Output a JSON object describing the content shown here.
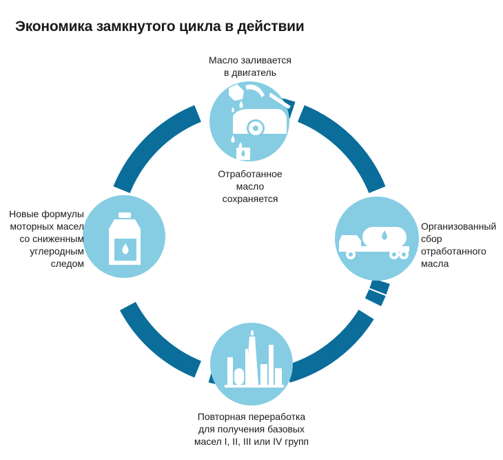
{
  "title": "Экономика замкнутого цикла в действии",
  "colors": {
    "arc": "#0a6d9a",
    "circle": "#86cde3",
    "icon": "#ffffff"
  },
  "stages": {
    "top": {
      "label_above": [
        "Масло заливается",
        "в двигатель"
      ],
      "label_below": [
        "Отработанное",
        "масло",
        "сохраняется"
      ],
      "icon": "car-oil-icon"
    },
    "right": {
      "label": [
        "Организованный",
        "сбор",
        "отработанного",
        "масла"
      ],
      "icon": "tanker-truck-icon"
    },
    "bottom": {
      "label": [
        "Повторная переработка",
        "для получения базовых",
        "масел I, II, III или IV групп"
      ],
      "icon": "refinery-icon"
    },
    "left": {
      "label": [
        "Новые формулы",
        "моторных масел",
        "со сниженным",
        "углеродным",
        "следом"
      ],
      "icon": "oil-canister-icon"
    }
  }
}
